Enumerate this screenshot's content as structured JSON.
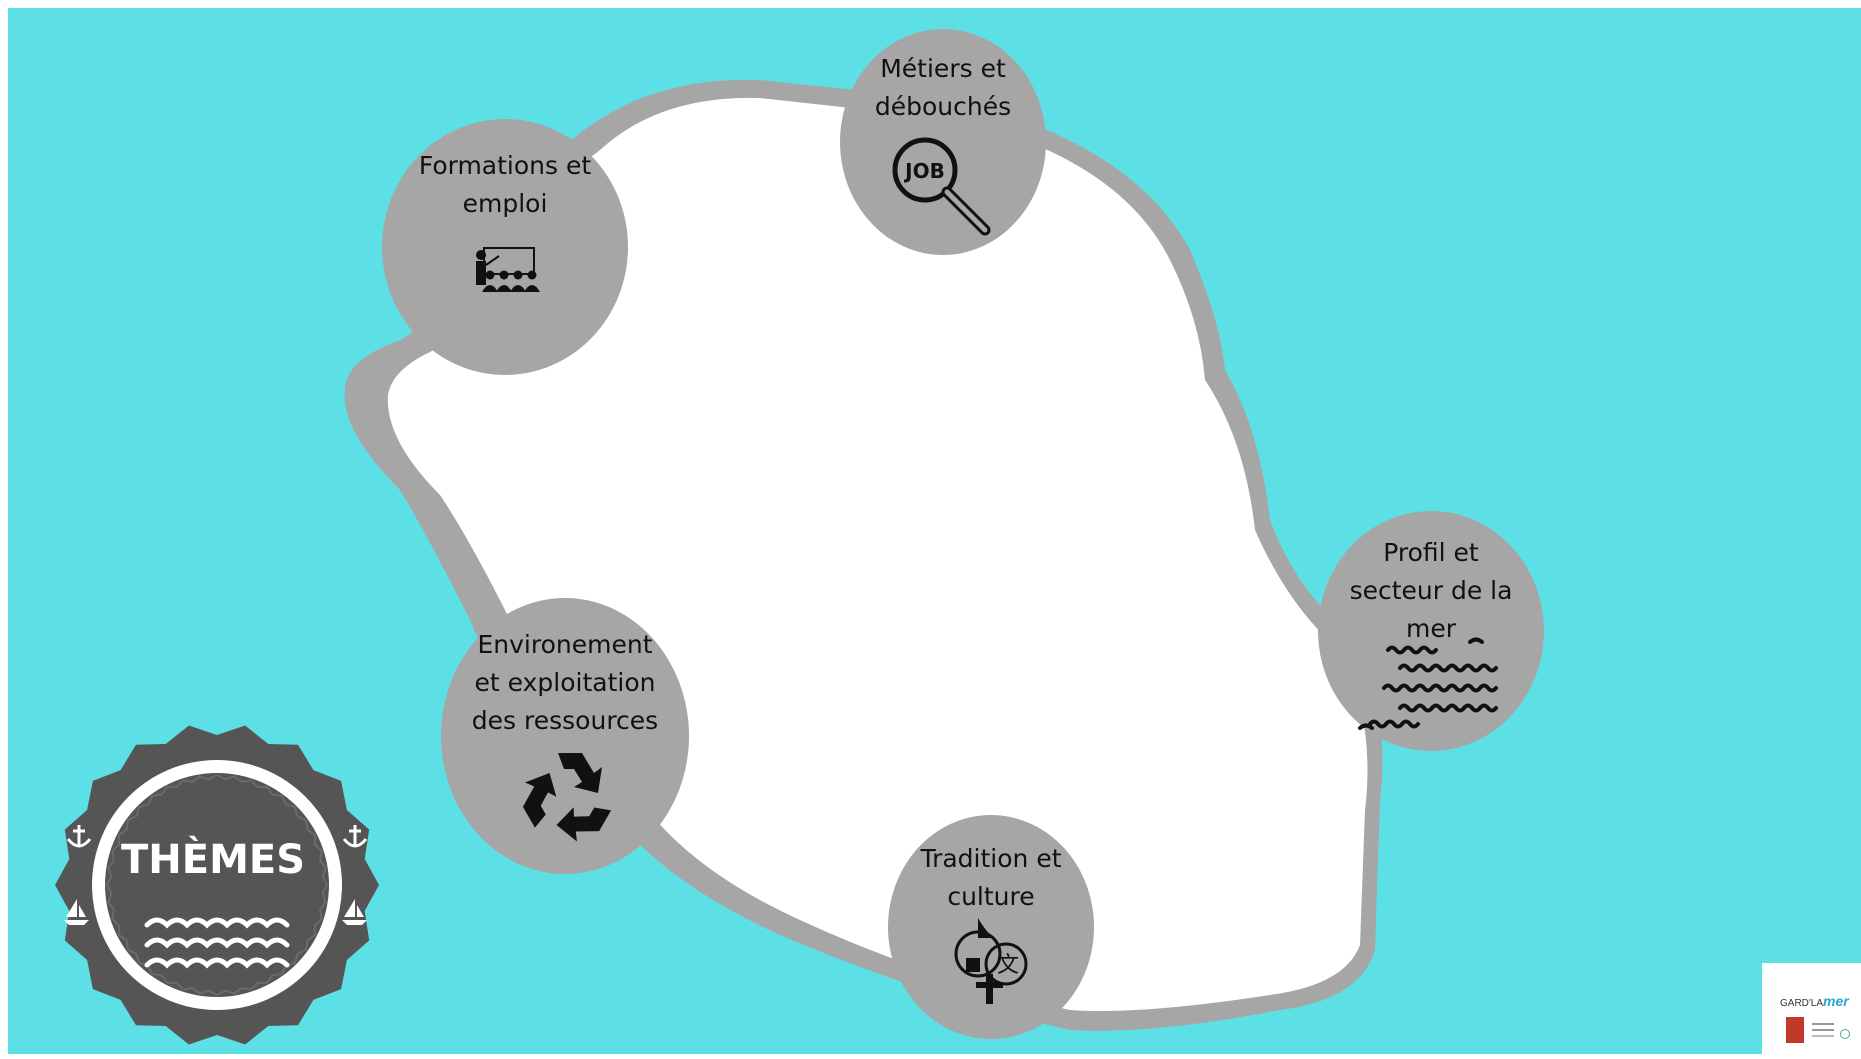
{
  "colors": {
    "sea": "#5ce0e6",
    "island": "#ffffff",
    "shore": "#a6a6a6",
    "bubble": "#a6a6a6",
    "badge_dark": "#555555",
    "badge_light": "#ffffff",
    "icon": "#111111"
  },
  "badge": {
    "title": "THÈMES",
    "icons": [
      "anchor-icon",
      "sailboat-icon",
      "waves-icon"
    ]
  },
  "themes": [
    {
      "id": "formations",
      "lines": [
        "Formations et",
        "emploi"
      ],
      "icon": "teacher-classroom-icon"
    },
    {
      "id": "metiers",
      "lines": [
        "Métiers et",
        "débouchés"
      ],
      "icon": "job-search-magnifier-icon"
    },
    {
      "id": "profil",
      "lines": [
        "Profil et",
        "secteur de la",
        "mer"
      ],
      "icon": "sea-waves-icon"
    },
    {
      "id": "environnement",
      "lines": [
        "Environement",
        "et exploitation",
        "des ressources"
      ],
      "icon": "recycle-icon"
    },
    {
      "id": "tradition",
      "lines": [
        "Tradition et",
        "culture"
      ],
      "icon": "culture-religion-language-icon"
    }
  ],
  "logo": {
    "brand_prefix": "GARD'LA",
    "brand_accent": "mer",
    "accent_color": "#2aa7c9"
  }
}
